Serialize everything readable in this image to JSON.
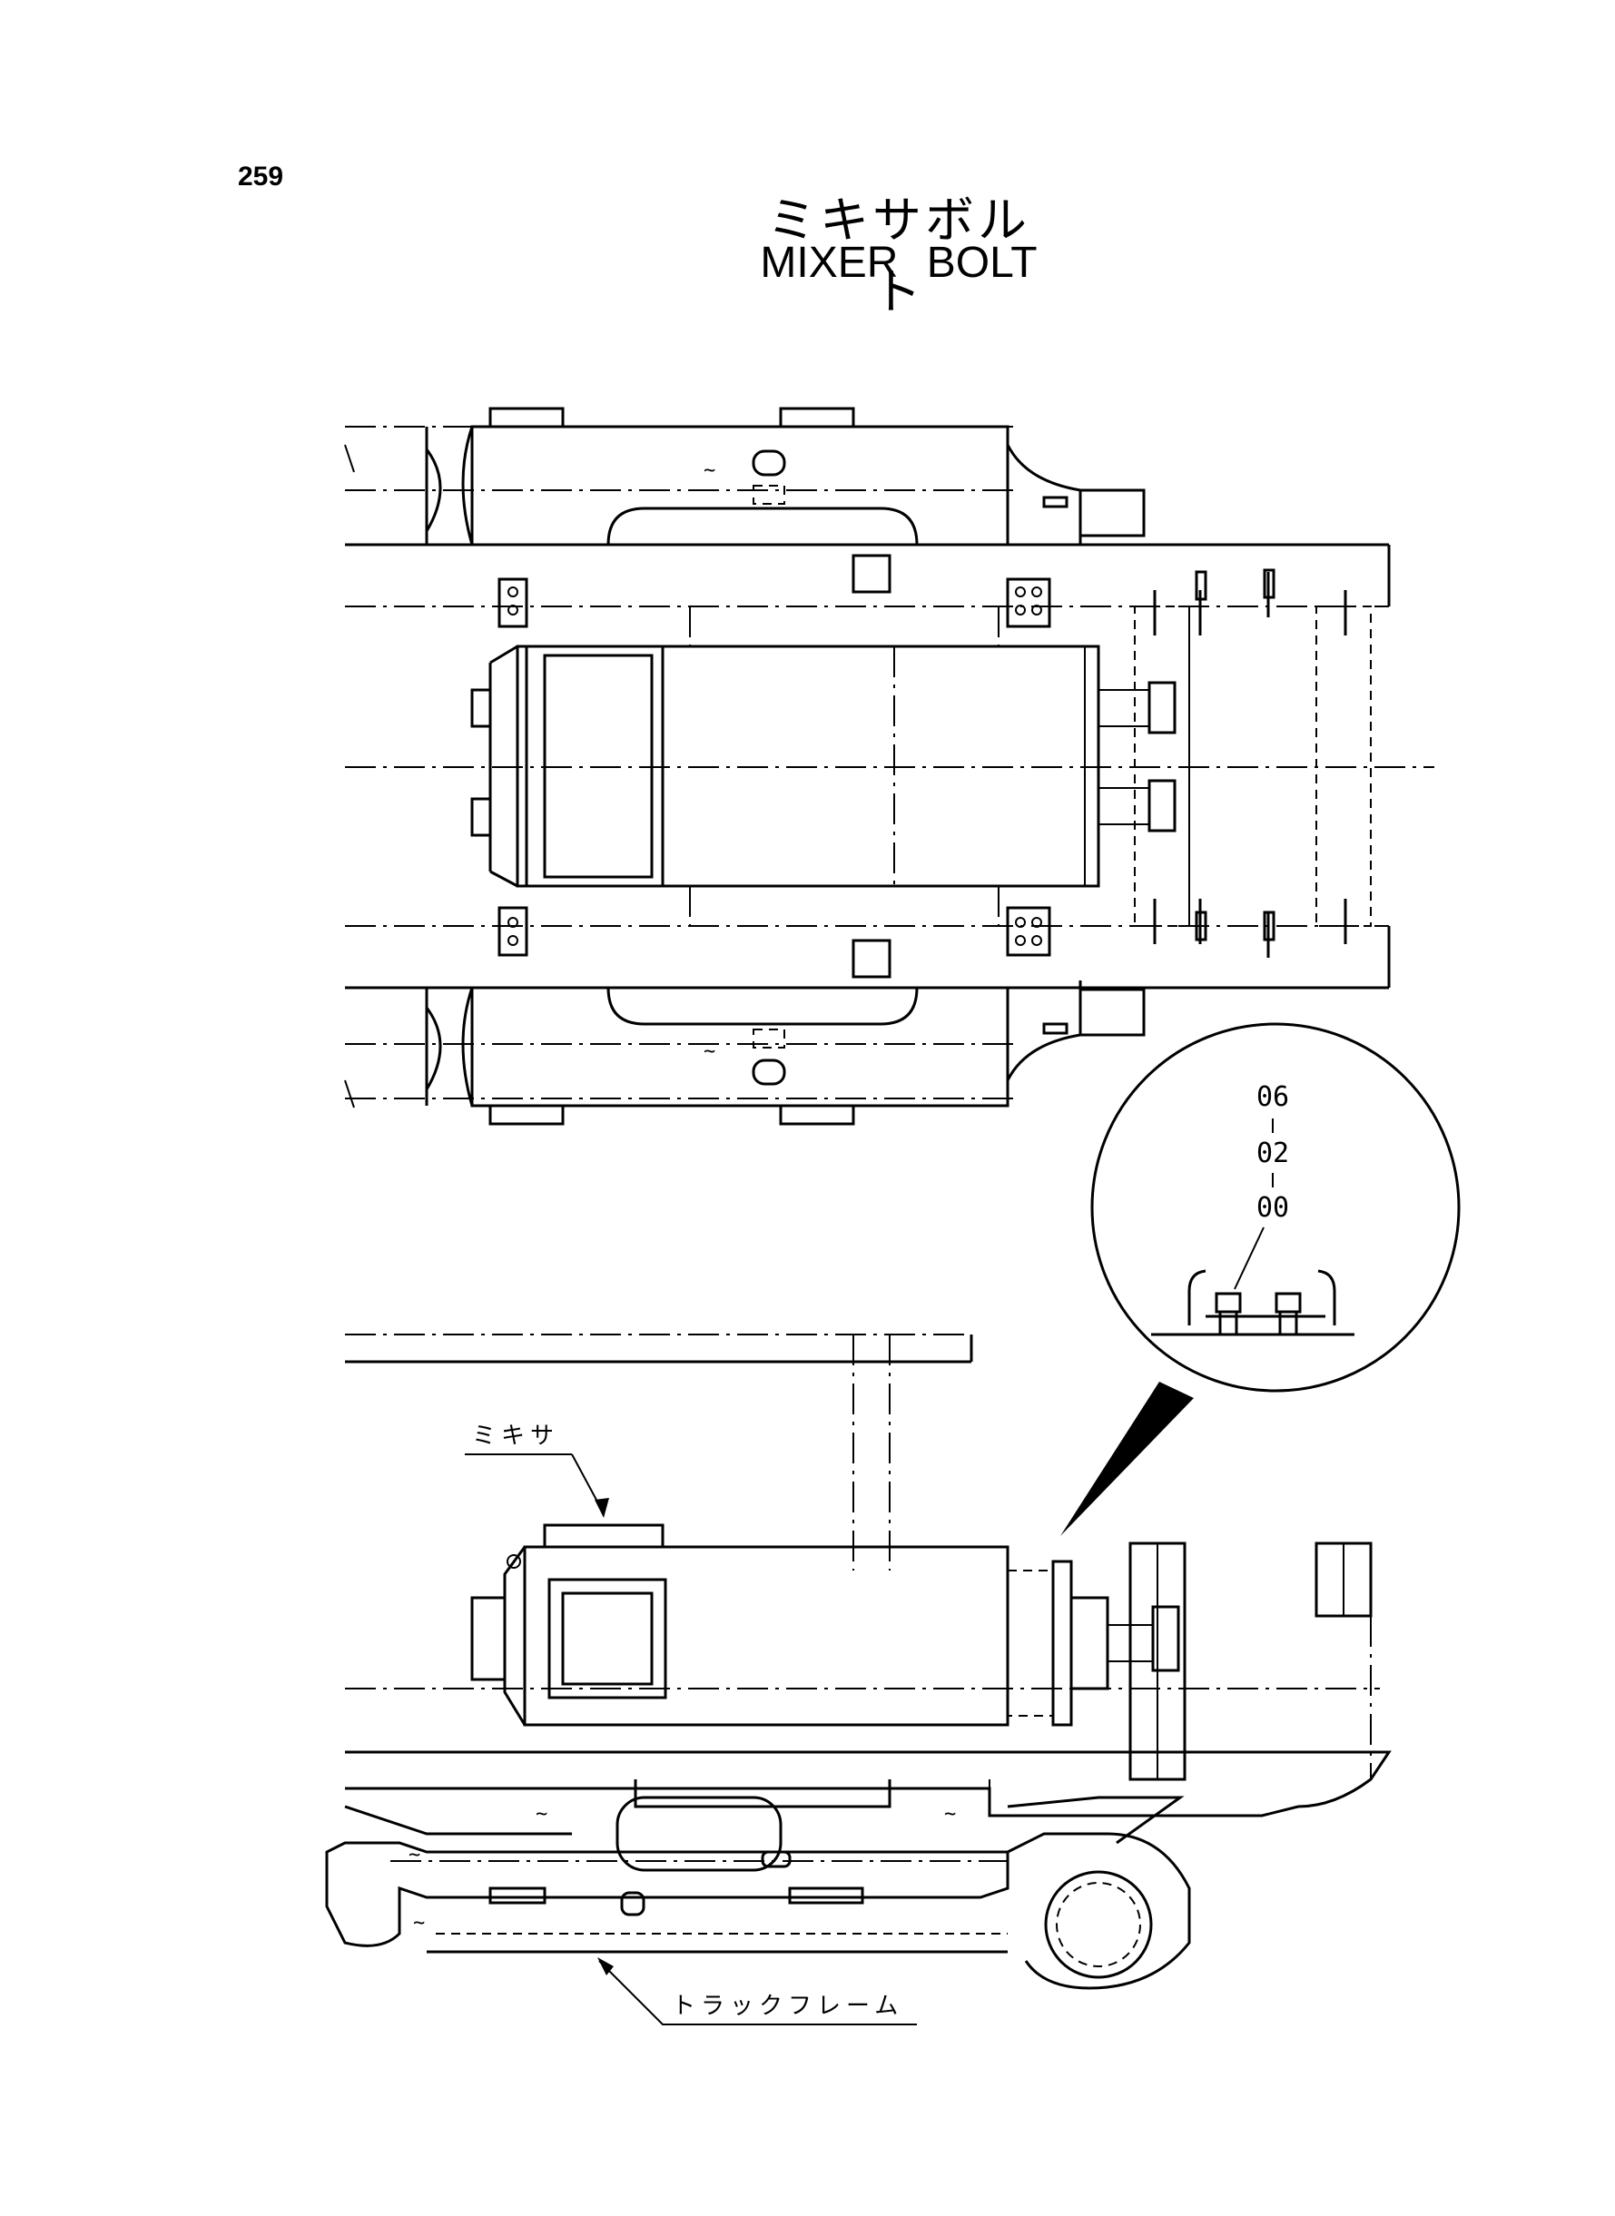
{
  "page": {
    "number": "259"
  },
  "title": {
    "japanese": "ミキサボルト",
    "english": "MIXER  BOLT"
  },
  "callouts": {
    "detail_part": [
      "06",
      "02",
      "00"
    ],
    "mixer": "ミキサ",
    "track_frame": "トラックフレーム"
  }
}
